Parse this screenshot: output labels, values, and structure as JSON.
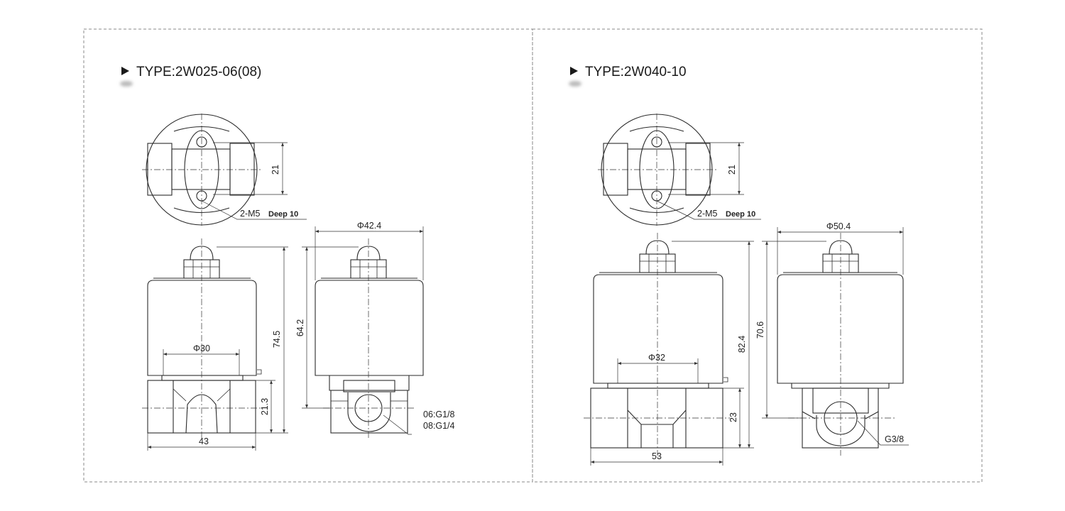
{
  "panels": [
    {
      "title": "TYPE:2W025-06(08)",
      "top_view": {
        "dim_spacing": "21",
        "thread_main": "2-M5",
        "thread_depth": "Deep 10"
      },
      "front_view": {
        "dim_height": "74.5",
        "dim_body_height": "21.3",
        "dim_width": "43",
        "dim_coil_dia": "Φ30"
      },
      "side_view": {
        "dim_dia": "Φ42.4",
        "dim_height": "64.2",
        "port_1": "06:G1/8",
        "port_2": "08:G1/4"
      }
    },
    {
      "title": "TYPE:2W040-10",
      "top_view": {
        "dim_spacing": "21",
        "thread_main": "2-M5",
        "thread_depth": "Deep 10"
      },
      "front_view": {
        "dim_height": "82.4",
        "dim_body_height": "23",
        "dim_width": "53",
        "dim_coil_dia": "Φ32"
      },
      "side_view": {
        "dim_dia": "Φ50.4",
        "dim_height": "70.6",
        "port_1": "G3/8"
      }
    }
  ],
  "colors": {
    "line": "#2a2a2a",
    "frame": "#8a8a8a"
  }
}
